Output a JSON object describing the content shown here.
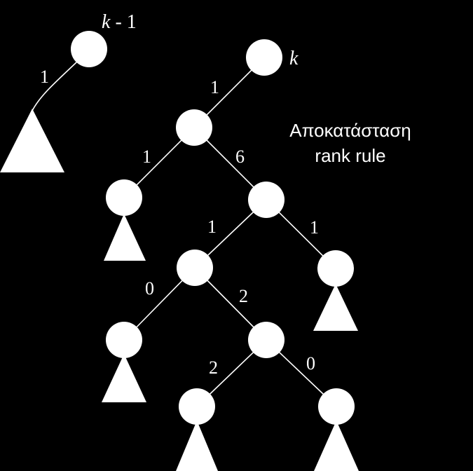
{
  "left_tree": {
    "root_rank": {
      "italic": "k",
      "rest": " - 1"
    },
    "edge_label": "1"
  },
  "right_tree": {
    "root_rank": {
      "italic": "k"
    },
    "edge_labels": {
      "root_to_a": "1",
      "a_to_b": "1",
      "a_to_c": "6",
      "c_to_d": "1",
      "c_to_e": "1",
      "d_to_f": "0",
      "d_to_g": "2",
      "g_to_h": "2",
      "g_to_i": "0"
    }
  },
  "caption": {
    "line1": "Αποκατάσταση",
    "line2": "rank rule"
  },
  "colors": {
    "background": "#000000",
    "foreground": "#ffffff"
  }
}
